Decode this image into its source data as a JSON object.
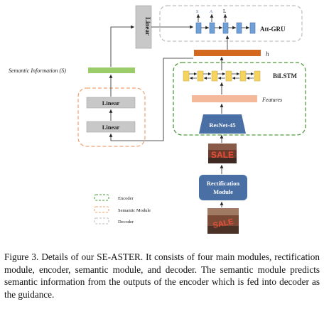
{
  "figure": {
    "att_gru_label": "Att-GRU",
    "l_label": "L",
    "linear_vertical_label": "Linear",
    "h_label": "h",
    "semantic_info_label": "Semantic Information (S)",
    "bilstm_label": "BiLSTM",
    "features_label": "Features",
    "linear_top_label": "Linear",
    "linear_bottom_label": "Linear",
    "resnet_label": "ResNet-45",
    "rectification_label_line1": "Rectification",
    "rectification_label_line2": "Module",
    "sample_word_rectified": "SALE",
    "sample_word_input": "SALE",
    "legend": [
      {
        "label": "Encoder",
        "color": "#6aa84f"
      },
      {
        "label": "Semantic Module",
        "color": "#f6b26b"
      },
      {
        "label": "Decoder",
        "color": "#c0c0c0"
      }
    ],
    "colors": {
      "encoder_border": "#4e9a3a",
      "semantic_border": "#f0a070",
      "decoder_border": "#bdbdbd",
      "blue_block": "#4a6fa5",
      "orange_bar": "#d2691e",
      "green_bar": "#9acd6a",
      "yellow_cell": "#f4d35e",
      "peach_bar": "#f4b89a",
      "linear_gray": "#c8c8c8",
      "arrow": "#222222"
    }
  },
  "caption": {
    "text": "Figure 3. Details of our SE-ASTER. It consists of four main modules, rectification module, encoder, semantic module, and decoder. The semantic module predicts semantic information from the outputs of the encoder which is fed into decoder as the guidance."
  }
}
